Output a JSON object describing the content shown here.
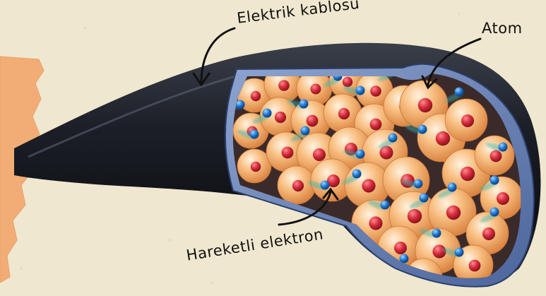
{
  "labels": {
    "cable": "Elektrik kablosu",
    "atom": "Atom",
    "electron": "Hareketli elektron"
  },
  "colors": {
    "background": "#efe7cf",
    "paper_scrap": "#f2ad76",
    "cable_outer": "#1a1d24",
    "cable_wall": "#6b85b8",
    "atom_shell": "#f6b06c",
    "nucleus": "#d42a3a",
    "electron": "#1e78d0",
    "electron_trail": "#35b7b0"
  }
}
